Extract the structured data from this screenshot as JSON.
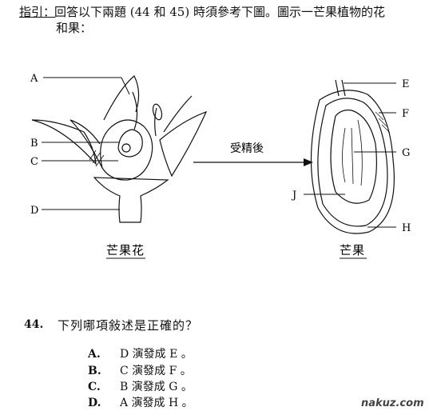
{
  "instruction": {
    "label": "指引：",
    "line1": "回答以下兩題 (44 和 45) 時須參考下圖。圖示一芒果植物的花",
    "line2": "和果："
  },
  "figure": {
    "flower_labels": [
      "A",
      "B",
      "C",
      "D"
    ],
    "fruit_labels": [
      "E",
      "F",
      "G",
      "H",
      "J"
    ],
    "arrow_label": "受精後",
    "flower_caption": "芒果花",
    "fruit_caption": "芒果"
  },
  "question": {
    "number": "44.",
    "text": "下列哪項敍述是正確的？",
    "options": [
      {
        "letter": "A.",
        "text": "D 演發成 E 。"
      },
      {
        "letter": "B.",
        "text": "C 演發成 F 。"
      },
      {
        "letter": "C.",
        "text": "B 演發成 G 。"
      },
      {
        "letter": "D.",
        "text": "A 演發成 H 。"
      }
    ]
  },
  "watermark": "nakuz.com"
}
